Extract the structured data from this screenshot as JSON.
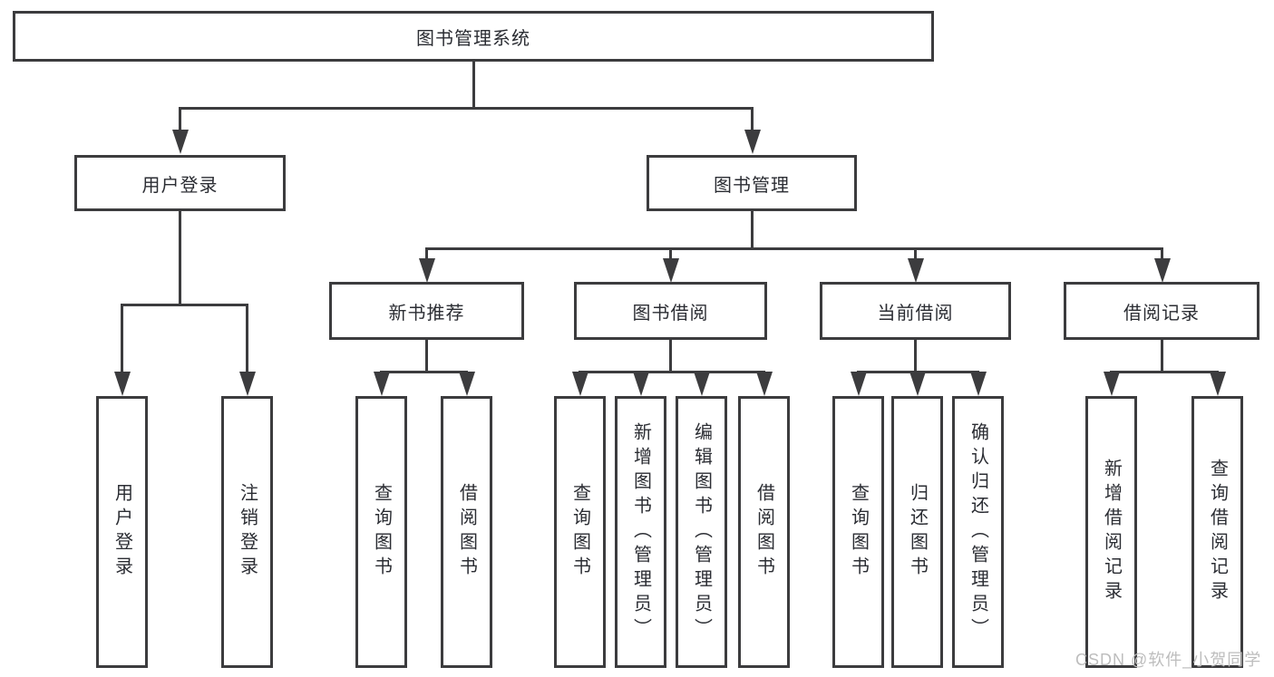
{
  "root": {
    "label": "图书管理系统"
  },
  "branches": {
    "user_login": {
      "label": "用户登录",
      "children": [
        "用户登录",
        "注销登录"
      ]
    },
    "book_mgmt": {
      "label": "图书管理"
    }
  },
  "sections": {
    "new_books": {
      "label": "新书推荐",
      "children": [
        "查询图书",
        "借阅图书"
      ]
    },
    "book_borrow": {
      "label": "图书借阅",
      "children": [
        "查询图书",
        "新增图书（管理员）",
        "编辑图书（管理员）",
        "借阅图书"
      ]
    },
    "current_borrow": {
      "label": "当前借阅",
      "children": [
        "查询图书",
        "归还图书",
        "确认归还（管理员）"
      ]
    },
    "borrow_records": {
      "label": "借阅记录",
      "children": [
        "新增借阅记录",
        "查询借阅记录"
      ]
    }
  },
  "watermark": {
    "text": "CSDN @软件_小贺同学"
  },
  "colors": {
    "line": "#3c3c3e",
    "text": "#2b2d33",
    "watermark": "#bdbdbd",
    "background": "#ffffff"
  }
}
